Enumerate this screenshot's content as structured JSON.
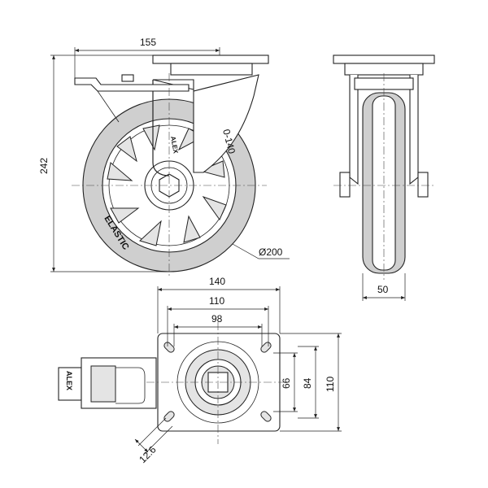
{
  "side_view": {
    "width_dim": "155",
    "height_dim": "242",
    "wheel_diameter": "Ø200",
    "tire_text": "ELASTIC",
    "hub_text": "0-140",
    "brand": "ALEX"
  },
  "front_view": {
    "tread_width": "50"
  },
  "plate_view": {
    "plate_width": "140",
    "hole_spacing_outer": "110",
    "hole_spacing_inner": "98",
    "hole_v_inner": "66",
    "hole_v_outer": "84",
    "plate_height": "110",
    "slot_dim": "12.6",
    "brake_label": "ALEX"
  }
}
